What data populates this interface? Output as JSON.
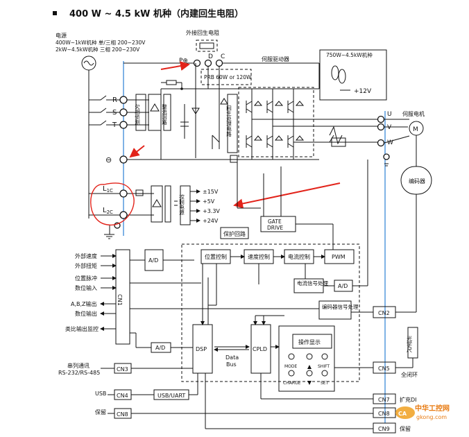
{
  "title": "400 W ~ 4.5 kW 机种（内建回生电阻）",
  "power": {
    "label": "电源",
    "line1": "400W~1kW机种  单/三相  200~230V",
    "line2": "2kW~4.5kW机种  三相  200~230V"
  },
  "terminals": {
    "p": "P⊕",
    "d": "D",
    "c": "C",
    "r": "R",
    "s": "S",
    "t": "T",
    "neg": "⊖",
    "l1c_main": "L",
    "l1c_sub": "1C",
    "l2c_main": "L",
    "l2c_sub": "2C",
    "u": "U",
    "v": "V",
    "w": "W"
  },
  "blocks": {
    "ext_regen": "外接回生电阻",
    "servo_drive": "伺服驱动器",
    "prb": "PRB 60W or 120W",
    "fan_model": "750W~4.5kW机种",
    "fan_voltage": "+12V",
    "undervolt": "欠相侦测",
    "rectifier": "整流回路",
    "regen_circuit": "回生处理电路",
    "servo_motor": "伺服电机",
    "encoder": "编码器",
    "control_psu": "控制电源",
    "v15": "±15V",
    "v5": "+5V",
    "v33": "+3.3V",
    "v24": "+24V",
    "protect": "保护回路",
    "gate_drive": "GATE DRIVE",
    "pos_ctrl": "位置控制",
    "spd_ctrl": "速度控制",
    "cur_ctrl": "电流控制",
    "pwm": "PWM",
    "cur_signal": "电流信号处理",
    "ad": "A/D",
    "ad2": "A/D",
    "ad3": "A/D",
    "enc_signal": "编码器信号处理",
    "cn1": "CN1",
    "cn2": "CN2",
    "cn3": "CN3",
    "cn4": "CN4",
    "cn5": "CN5",
    "cn7": "CN7",
    "cn8": "CN8",
    "cn9": "CN9",
    "dsp": "DSP",
    "cpld": "CPLD",
    "data_bus_1": "Data",
    "data_bus_2": "Bus",
    "op_display": "操作显示",
    "mode": "MODE",
    "shift": "SHIFT",
    "charge": "CHARGE",
    "set": "SET",
    "usb_uart": "USB/UART",
    "optical_scale": "光学尺",
    "full_loop": "全闭环",
    "expand_di": "扩充DI",
    "safety": "保留"
  },
  "io_left": {
    "ext_speed": "外部速度",
    "ext_torque": "外部扭矩",
    "pos_pulse": "位置脉冲",
    "di": "数位输入",
    "abz": "A,B,Z输出",
    "do": "数位输出",
    "analog_mon": "类比输出监控",
    "serial": "串列通讯",
    "serial_std": "RS-232/RS-485",
    "usb": "USB",
    "reserved": "保留"
  },
  "watermark": {
    "main": "中华工控网",
    "sub": "gkong.com",
    "logo": "CA"
  },
  "colors": {
    "wire": "#111111",
    "blue": "#2a7fd4",
    "annotation": "#e2231a",
    "watermark": "#f0a020"
  }
}
